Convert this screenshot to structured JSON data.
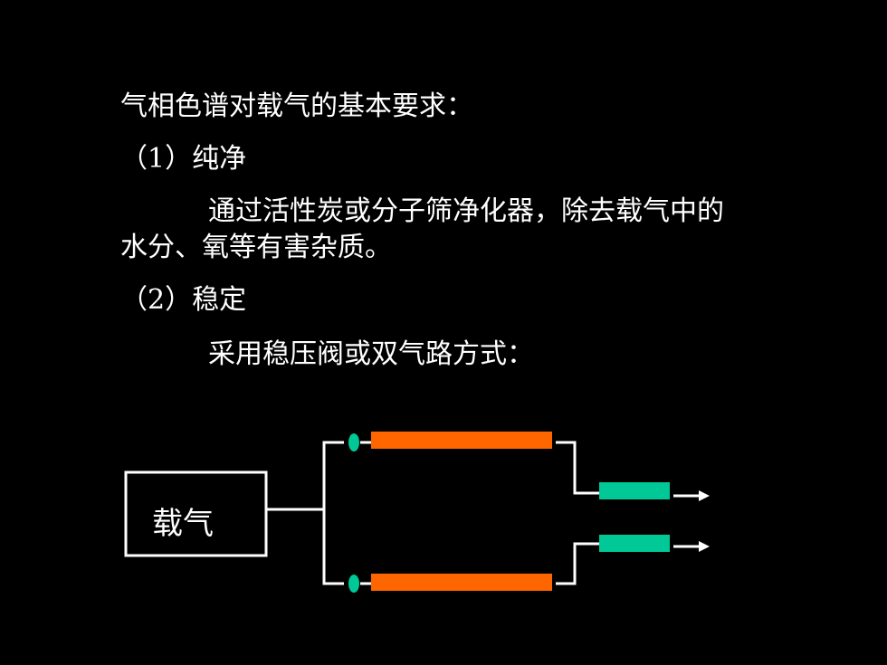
{
  "slide": {
    "title": "气相色谱对载气的基本要求：",
    "point1": "（1）纯净",
    "point1_desc_line1": "通过活性炭或分子筛净化器，除去载气中的",
    "point1_desc_line2": "水分、氧等有害杂质。",
    "point2": "（2）稳定",
    "point2_desc": "采用稳压阀或双气路方式："
  },
  "diagram": {
    "source_label": "载气",
    "colors": {
      "background": "#000000",
      "line": "#ffffff",
      "column": "#ff6600",
      "detector": "#00c896",
      "valve": "#00c896"
    }
  }
}
